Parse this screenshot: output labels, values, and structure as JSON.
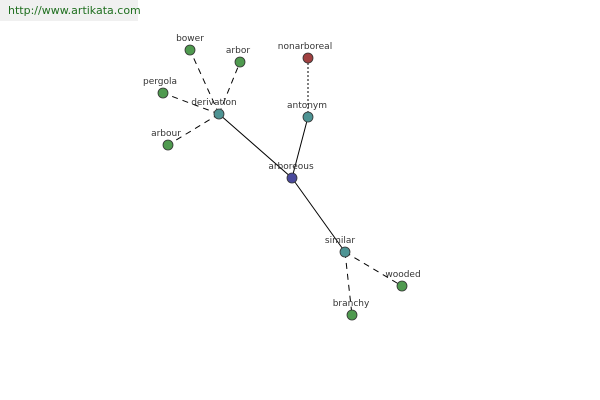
{
  "watermark": "http://www.artikata.com",
  "colors": {
    "root": "#4a4a9c",
    "relation": "#4e9494",
    "synonym": "#4f9a4f",
    "antonym": "#a04040",
    "edge": "#000000",
    "node_stroke": "#333333"
  },
  "nodes": [
    {
      "id": "arboreous",
      "label": "arboreous",
      "kind": "root"
    },
    {
      "id": "derivation",
      "label": "derivation",
      "kind": "relation"
    },
    {
      "id": "antonym",
      "label": "antonym",
      "kind": "relation"
    },
    {
      "id": "similar",
      "label": "similar",
      "kind": "relation"
    },
    {
      "id": "bower",
      "label": "bower",
      "kind": "synonym"
    },
    {
      "id": "arbor",
      "label": "arbor",
      "kind": "synonym"
    },
    {
      "id": "pergola",
      "label": "pergola",
      "kind": "synonym"
    },
    {
      "id": "arbour",
      "label": "arbour",
      "kind": "synonym"
    },
    {
      "id": "nonarboreal",
      "label": "nonarboreal",
      "kind": "antonym"
    },
    {
      "id": "wooded",
      "label": "wooded",
      "kind": "synonym"
    },
    {
      "id": "branchy",
      "label": "branchy",
      "kind": "synonym"
    }
  ],
  "edges": [
    {
      "from": "arboreous",
      "to": "derivation",
      "style": "solid"
    },
    {
      "from": "arboreous",
      "to": "antonym",
      "style": "solid"
    },
    {
      "from": "arboreous",
      "to": "similar",
      "style": "solid"
    },
    {
      "from": "derivation",
      "to": "bower",
      "style": "dashed"
    },
    {
      "from": "derivation",
      "to": "arbor",
      "style": "dashed"
    },
    {
      "from": "derivation",
      "to": "pergola",
      "style": "dashed"
    },
    {
      "from": "derivation",
      "to": "arbour",
      "style": "dashed"
    },
    {
      "from": "antonym",
      "to": "nonarboreal",
      "style": "dotted"
    },
    {
      "from": "similar",
      "to": "wooded",
      "style": "dashed"
    },
    {
      "from": "similar",
      "to": "branchy",
      "style": "dashed"
    }
  ]
}
